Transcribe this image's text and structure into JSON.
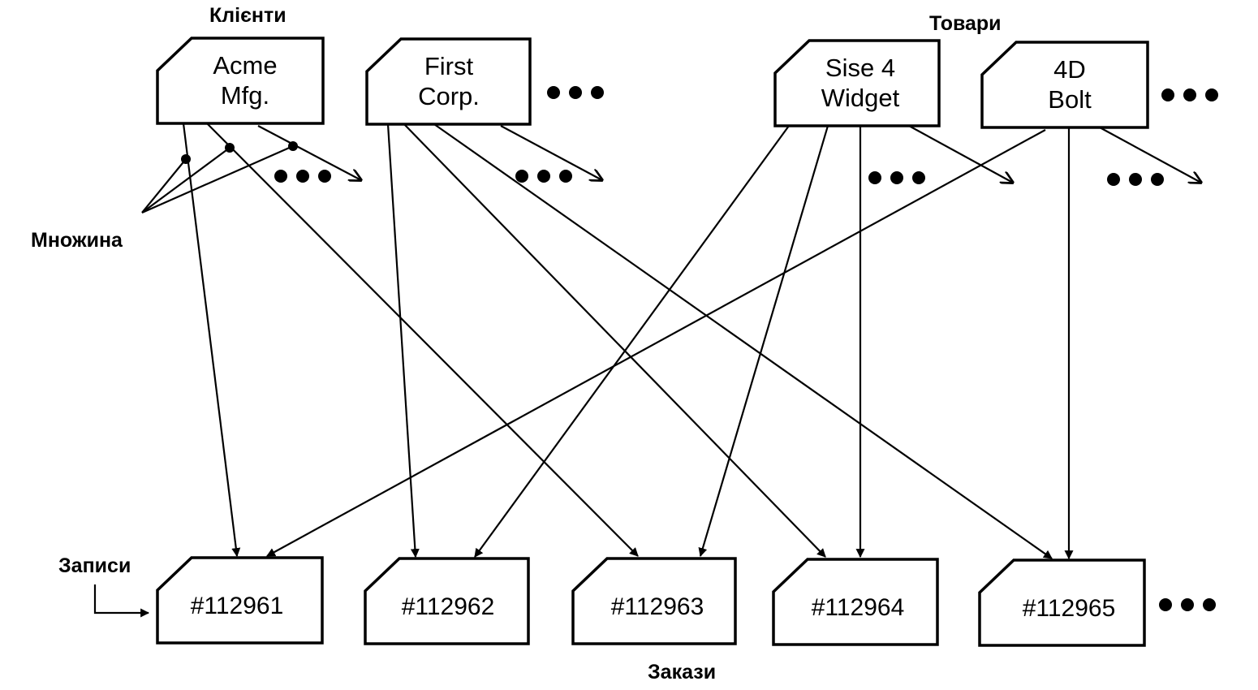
{
  "labels": {
    "clients": "Клієнти",
    "products": "Товари",
    "set": "Множина",
    "records": "Записи",
    "orders": "Закази"
  },
  "clients": [
    {
      "id": "acme",
      "line1": "Acme",
      "line2": "Mfg."
    },
    {
      "id": "first",
      "line1": "First",
      "line2": "Corp."
    }
  ],
  "products": [
    {
      "id": "sise4",
      "line1": "Sise 4",
      "line2": "Widget"
    },
    {
      "id": "bolt4d",
      "line1": "4D",
      "line2": "Bolt"
    }
  ],
  "orders": [
    {
      "id": "o1",
      "label": "#112961"
    },
    {
      "id": "o2",
      "label": "#112962"
    },
    {
      "id": "o3",
      "label": "#112963"
    },
    {
      "id": "o4",
      "label": "#112964"
    },
    {
      "id": "o5",
      "label": "#112965"
    }
  ],
  "links": [
    {
      "from": "acme",
      "to": "o1"
    },
    {
      "from": "acme",
      "to": "o3"
    },
    {
      "from": "first",
      "to": "o2"
    },
    {
      "from": "first",
      "to": "o4"
    },
    {
      "from": "first",
      "to": "o5"
    },
    {
      "from": "sise4",
      "to": "o2"
    },
    {
      "from": "sise4",
      "to": "o3"
    },
    {
      "from": "sise4",
      "to": "o4"
    },
    {
      "from": "bolt4d",
      "to": "o1"
    },
    {
      "from": "bolt4d",
      "to": "o5"
    }
  ]
}
